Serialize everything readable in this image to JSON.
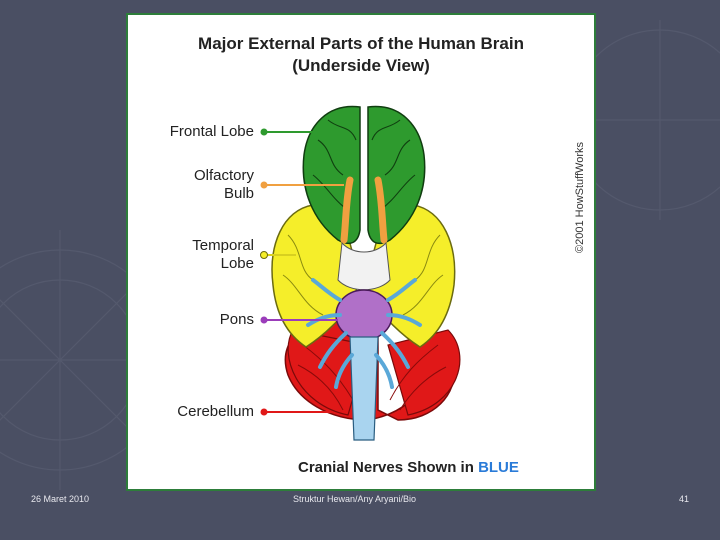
{
  "figure": {
    "title_line1": "Major External Parts of the Human Brain",
    "title_line2": "(Underside View)",
    "credit": "©2001 HowStuffWorks",
    "caption_prefix": "Cranial Nerves Shown in ",
    "caption_highlight": "BLUE",
    "labels": {
      "frontal_lobe": "Frontal Lobe",
      "olfactory_line1": "Olfactory",
      "olfactory_line2": "Bulb",
      "temporal_line1": "Temporal",
      "temporal_line2": "Lobe",
      "pons": "Pons",
      "cerebellum": "Cerebellum"
    },
    "colors": {
      "frontal_lobe": "#2e9a2e",
      "olfactory_bulb": "#f0a040",
      "temporal_lobe": "#f5ee2a",
      "pons": "#b070c8",
      "cerebellum": "#e01818",
      "cranial_nerves": "#5aa8d8"
    }
  },
  "footer": {
    "date": "26 Maret 2010",
    "author": "Struktur Hewan/Any Aryani/Bio",
    "page": "41"
  }
}
